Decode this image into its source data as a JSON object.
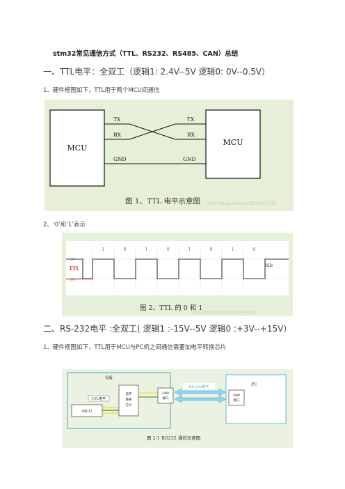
{
  "doc": {
    "title": "stm32常见通信方式（TTL、RS232、RS485、CAN）总结",
    "section1_heading": "一、TTL电平：全双工（逻辑1: 2.4V--5V    逻辑0: 0V--0.5V）",
    "section1_item1": "1、硬件框图如下，TTL用于两个MCU间通信",
    "section1_item2": "2、‘0’和‘1’表示",
    "section2_heading": "二、RS-232电平 :全双工( 逻辑1 :-15V--5V   逻辑0 :+3V--+15V）",
    "section2_item1": "1、硬件框图如下，TTL用于MCU与PC机之间通信需要加电平转换芯片"
  },
  "fig1": {
    "mcu_left": "MCU",
    "mcu_right": "MCU",
    "tx_left": "TX",
    "rx_left": "RX",
    "gnd_left": "GND",
    "tx_right": "TX",
    "rx_right": "RX",
    "gnd_right": "GND",
    "caption": "图 1、TTL 电平示意图",
    "watermark": "http://blog.csdn.net/ZhWu01520"
  },
  "fig2": {
    "bits": [
      "1",
      "0",
      "1",
      "0",
      "1",
      "0",
      "1",
      "0"
    ],
    "label_5v": "5V",
    "label_ttl": "TTL",
    "label_0v": "0V",
    "label_idle": "Idle",
    "caption": "图 2、TTL 的 0 和 1",
    "watermark": "http://blog.csdn.net/ZhWu01520"
  },
  "fig3": {
    "device_label": "设备",
    "ttl_label": "TTL电平",
    "mcu": "MCU",
    "converter": [
      "电平",
      "转换",
      "芯片"
    ],
    "db9_left": [
      "DB9",
      "接口"
    ],
    "rs232_label": "RS-232电平",
    "pc_label": "PC",
    "db9_right": [
      "DB9",
      "接口"
    ],
    "caption": "图 2-1 RS232 通信示意图",
    "colors": {
      "accent": "#3aa9d8",
      "arrow": "#8ed6ee",
      "ttl_line": "#e8e23a"
    }
  }
}
